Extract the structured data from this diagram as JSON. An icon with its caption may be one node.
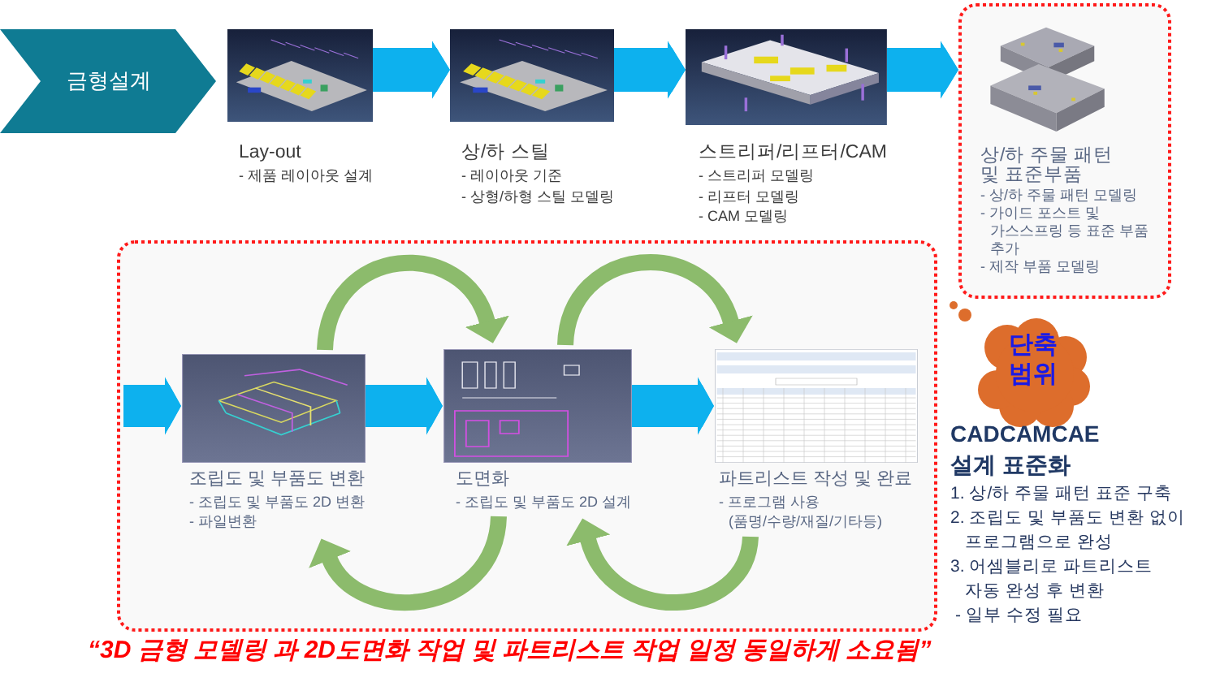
{
  "diagram": {
    "caption": "“3D 금형 모델링 과 2D도면화 작업 및 파트리스트 작업 일정 동일하게 소요됨”",
    "nodes": [
      {
        "text": [
          "금형설계"
        ]
      },
      {
        "text": [
          "Lay-out",
          "- 제품 레이아웃 설계"
        ]
      },
      {
        "text": [
          "상/하 스틸",
          "- 레이아웃 기준",
          "- 상형/하형 스틸 모델링"
        ]
      },
      {
        "text": [
          "스트리퍼/리프터/CAM",
          "- 스트리퍼 모델링",
          "- 리프터 모델링",
          "- CAM 모델링"
        ]
      },
      {
        "text": [],
        "shape": "box"
      },
      {
        "text": [
          "상/하 주물 패턴 및 표준부품",
          "- 상/하 주물 패턴 모델링",
          "- 가이드 포스트 및 가스스프링 등 표준 부품 추가",
          "- 제작 부품 모델링"
        ],
        "in": 4
      },
      {
        "text": [],
        "shape": "box"
      },
      {
        "text": [
          "조립도 및 부품도 변환",
          "- 조립도 및 부품도 2D 변환",
          "- 파일변환"
        ],
        "in": 6
      },
      {
        "text": [
          "도면화",
          "- 조립도 및 부품도 2D 설계"
        ],
        "in": 6
      },
      {
        "text": [
          "파트리스트 작성 및 완료",
          "- 프로그램 사용 (품명/수량/재질/기타등)"
        ],
        "in": 6
      },
      {
        "text": [
          "단축 범위"
        ]
      }
    ],
    "edges": [
      {
        "from": 1,
        "to": 2,
        "arrow": "to"
      },
      {
        "from": 2,
        "to": 3,
        "arrow": "to"
      },
      {
        "from": 3,
        "to": 4,
        "arrow": "to"
      },
      {
        "from": null,
        "to": 7,
        "arrow": "to"
      },
      {
        "from": 7,
        "to": 8,
        "arrow": "to"
      },
      {
        "from": 8,
        "to": 9,
        "arrow": "to"
      },
      {
        "from": 7,
        "to": 8,
        "arrow": "to",
        "color": "#8cbb6c"
      },
      {
        "from": 8,
        "to": 9,
        "arrow": "to",
        "color": "#8cbb6c"
      },
      {
        "from": 8,
        "to": 7,
        "arrow": "to",
        "color": "#8cbb6c"
      },
      {
        "from": 9,
        "to": 8,
        "arrow": "to",
        "color": "#8cbb6c"
      }
    ],
    "labels": [
      "CADCAMCAE 설계 표준화",
      "1. 상/하 주물 패턴 표준 구축",
      "2. 조립도 및 부품도 변환 없이 프로그램으로 완성",
      "3. 어셈블리로 파트리스트 자동 완성 후 변환",
      "- 일부 수정 필요"
    ]
  }
}
